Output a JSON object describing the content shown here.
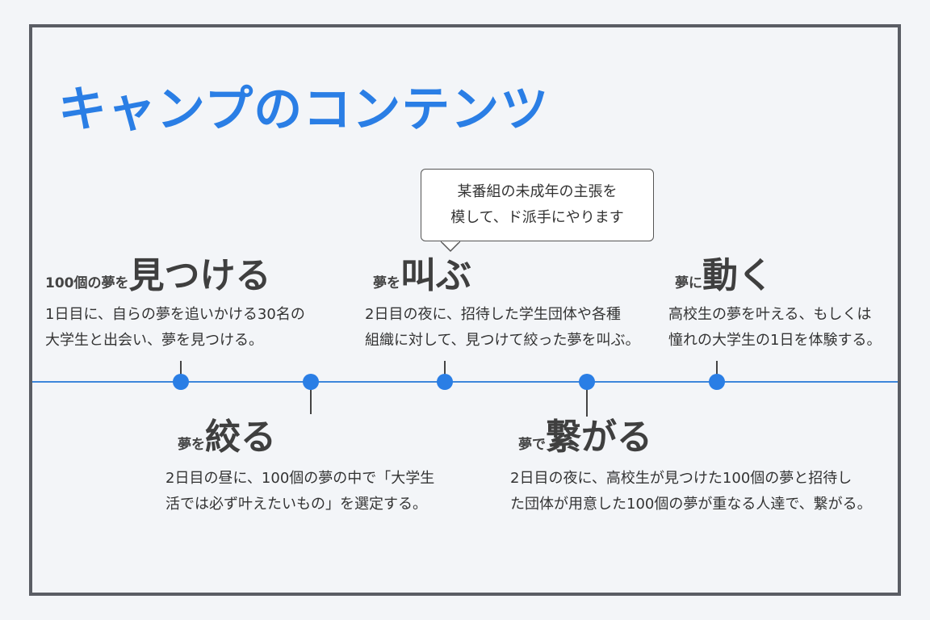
{
  "title": "キャンプのコンテンツ",
  "callout": {
    "line1": "某番組の未成年の主張を",
    "line2": "模して、ド派手にやります"
  },
  "steps": [
    {
      "prefix": "100個の夢を",
      "verb": "見つける",
      "desc_line1": "1日目に、自らの夢を追いかける30名の",
      "desc_line2": "大学生と出会い、夢を見つける。"
    },
    {
      "prefix": "夢を",
      "verb": "絞る",
      "desc_line1": "2日目の昼に、100個の夢の中で「大学生",
      "desc_line2": "活では必ず叶えたいもの」を選定する。"
    },
    {
      "prefix": "夢を",
      "verb": "叫ぶ",
      "desc_line1": "2日目の夜に、招待した学生団体や各種",
      "desc_line2": "組織に対して、見つけて絞った夢を叫ぶ。"
    },
    {
      "prefix": "夢で",
      "verb": "繋がる",
      "desc_line1": "2日目の夜に、高校生が見つけた100個の夢と招待し",
      "desc_line2": "た団体が用意した100個の夢が重なる人達で、繋がる。"
    },
    {
      "prefix": "夢に",
      "verb": "動く",
      "desc_line1": "高校生の夢を叶える、もしくは",
      "desc_line2": "憧れの大学生の1日を体験する。"
    }
  ],
  "colors": {
    "accent": "#2a7ee5",
    "frame": "#5a5d64",
    "background": "#f3f5f8"
  }
}
